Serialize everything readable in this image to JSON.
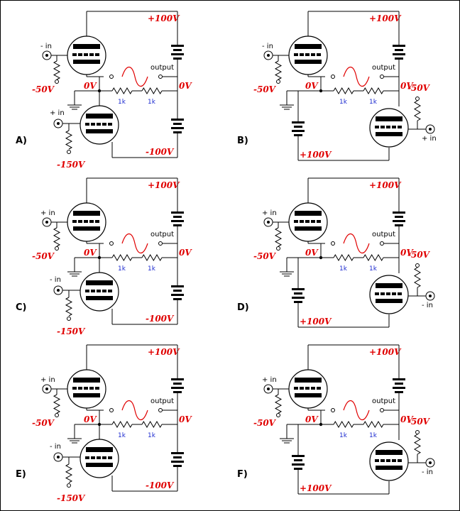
{
  "panels": [
    {
      "label": "A)",
      "top_rail": "+100V",
      "bottom_rail": "-100V",
      "top_tube": {
        "input": "- in",
        "bias": "-50V"
      },
      "bottom_tube": {
        "input": "+ in",
        "bias": "-150V"
      },
      "output_label": "output",
      "r1": "1k",
      "r2": "1k",
      "left_node": "0V",
      "right_node": "0V"
    },
    {
      "label": "B)",
      "top_rail": "+100V",
      "bottom_rail": "+100V",
      "top_tube": {
        "input": "- in",
        "bias": "-50V"
      },
      "bottom_tube": {
        "input": "+ in",
        "bias": "-50V"
      },
      "output_label": "output",
      "r1": "1k",
      "r2": "1k",
      "left_node": "0V",
      "right_node": "0V"
    },
    {
      "label": "C)",
      "top_rail": "+100V",
      "bottom_rail": "-100V",
      "top_tube": {
        "input": "+ in",
        "bias": "-50V"
      },
      "bottom_tube": {
        "input": "- in",
        "bias": "-150V"
      },
      "output_label": "output",
      "r1": "1k",
      "r2": "1k",
      "left_node": "0V",
      "right_node": "0V"
    },
    {
      "label": "D)",
      "top_rail": "+100V",
      "bottom_rail": "+100V",
      "top_tube": {
        "input": "+ in",
        "bias": "-50V"
      },
      "bottom_tube": {
        "input": "- in",
        "bias": "-50V"
      },
      "output_label": "output",
      "r1": "1k",
      "r2": "1k",
      "left_node": "0V",
      "right_node": "0V"
    },
    {
      "label": "E)",
      "top_rail": "+100V",
      "bottom_rail": "-100V",
      "top_tube": {
        "input": "+ in",
        "bias": "-50V"
      },
      "bottom_tube": {
        "input": "- in",
        "bias": "-150V"
      },
      "output_label": "output",
      "r1": "1k",
      "r2": "1k",
      "left_node": "0V",
      "right_node": "0V"
    },
    {
      "label": "F)",
      "top_rail": "+100V",
      "bottom_rail": "+100V",
      "top_tube": {
        "input": "+ in",
        "bias": "-50V"
      },
      "bottom_tube": {
        "input": "- in",
        "bias": "-50V"
      },
      "output_label": "output",
      "r1": "1k",
      "r2": "1k",
      "left_node": "0V",
      "right_node": "0V"
    }
  ],
  "colors": {
    "voltage": "#e00000",
    "resistor_value": "#1e2bd0",
    "waveform": "#e00000",
    "wire": "#000000"
  }
}
